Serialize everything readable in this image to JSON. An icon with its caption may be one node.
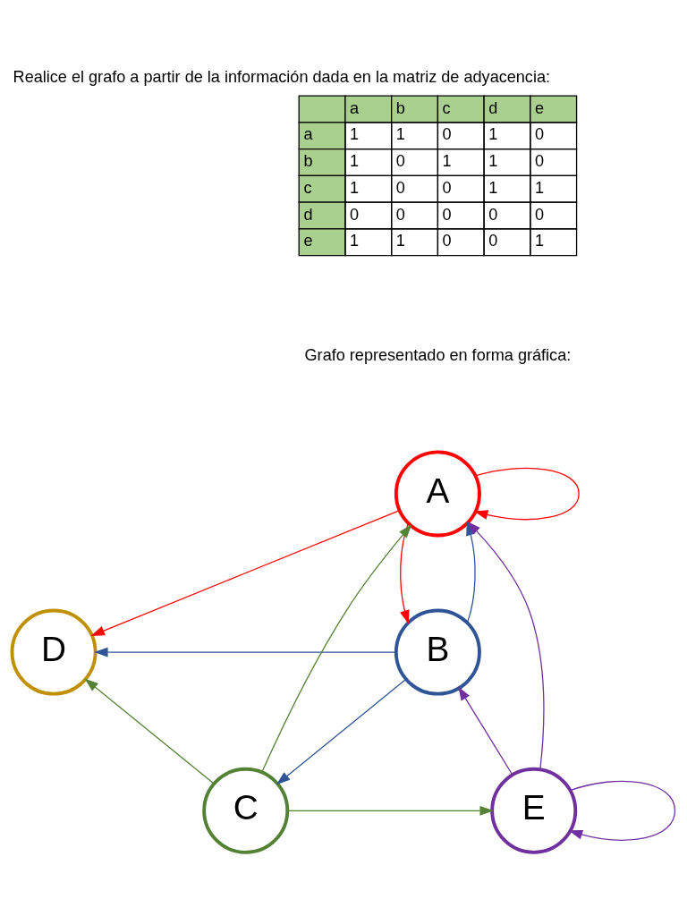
{
  "diagram": {
    "title": "Realice el grafo a partir de la información dada en la matriz de adyacencia:",
    "nodes": [
      {
        "text": [
          "A"
        ]
      },
      {
        "text": [
          "B"
        ]
      },
      {
        "text": [
          "D"
        ]
      },
      {
        "text": [
          "C"
        ]
      },
      {
        "text": [
          "E"
        ]
      }
    ],
    "edges": [
      {
        "from": 0,
        "to": 0,
        "arrow": "to",
        "color": "#ff0000"
      },
      {
        "from": 0,
        "to": 1,
        "arrow": "to",
        "color": "#ff0000"
      },
      {
        "from": 0,
        "to": 2,
        "arrow": "to",
        "color": "#ff0000"
      },
      {
        "from": 1,
        "to": 0,
        "arrow": "to",
        "color": "#2f5597"
      },
      {
        "from": 1,
        "to": 3,
        "arrow": "to",
        "color": "#2f5597"
      },
      {
        "from": 1,
        "to": 2,
        "arrow": "to",
        "color": "#2f5597"
      },
      {
        "from": 3,
        "to": 0,
        "arrow": "to",
        "color": "#548235"
      },
      {
        "from": 3,
        "to": 2,
        "arrow": "to",
        "color": "#548235"
      },
      {
        "from": 3,
        "to": 4,
        "arrow": "to",
        "color": "#548235"
      },
      {
        "from": 4,
        "to": 0,
        "arrow": "to",
        "color": "#7030a0"
      },
      {
        "from": 4,
        "to": 1,
        "arrow": "to",
        "color": "#7030a0"
      },
      {
        "from": 4,
        "to": 4,
        "arrow": "to",
        "color": "#7030a0"
      }
    ],
    "labels": [
      "a",
      "b",
      "c",
      "d",
      "e",
      "a",
      "1",
      "1",
      "0",
      "1",
      "0",
      "b",
      "1",
      "0",
      "1",
      "1",
      "0",
      "c",
      "1",
      "0",
      "0",
      "1",
      "1",
      "d",
      "0",
      "0",
      "0",
      "0",
      "0",
      "e",
      "1",
      "1",
      "0",
      "0",
      "1",
      "Grafo representado en forma gráfica:"
    ]
  }
}
